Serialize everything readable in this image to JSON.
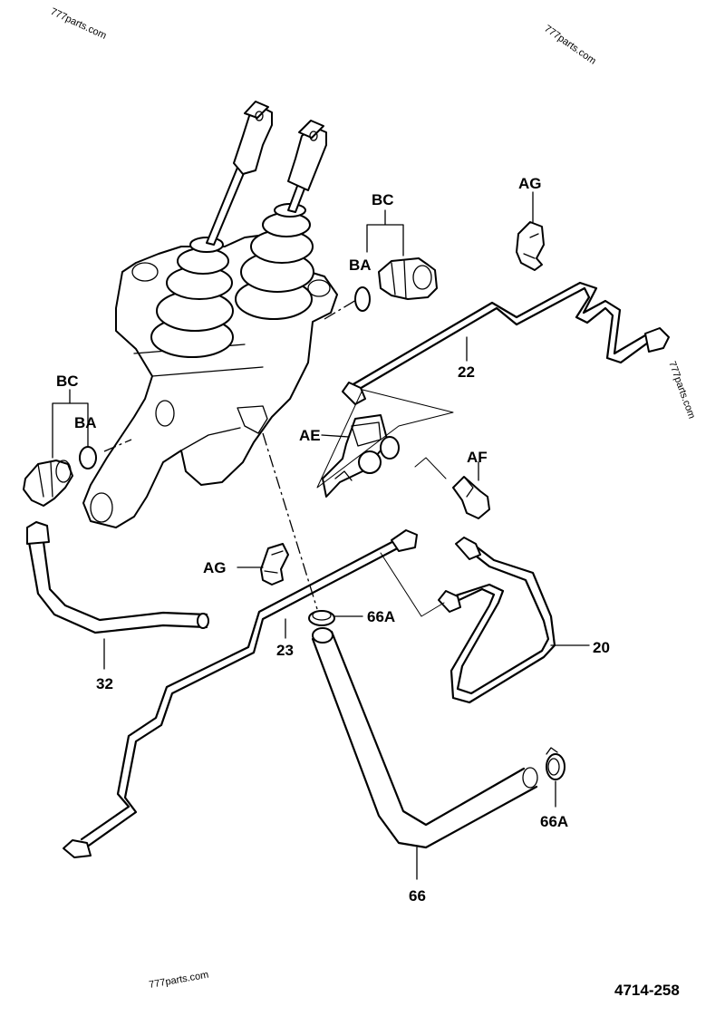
{
  "labels": {
    "BC_top": "BC",
    "BA_top": "BA",
    "AG_top": "AG",
    "p22": "22",
    "BC_left": "BC",
    "BA_left": "BA",
    "AE": "AE",
    "AF": "AF",
    "AG_mid": "AG",
    "p66A_mid": "66A",
    "p20": "20",
    "p23": "23",
    "p32": "32",
    "p66A_low": "66A",
    "p66": "66"
  },
  "watermarks": {
    "top_left": "777parts.com",
    "top_right": "777parts.com",
    "right_side": "777parts.com",
    "bottom": "777parts.com"
  },
  "figure_number": "4714-258"
}
